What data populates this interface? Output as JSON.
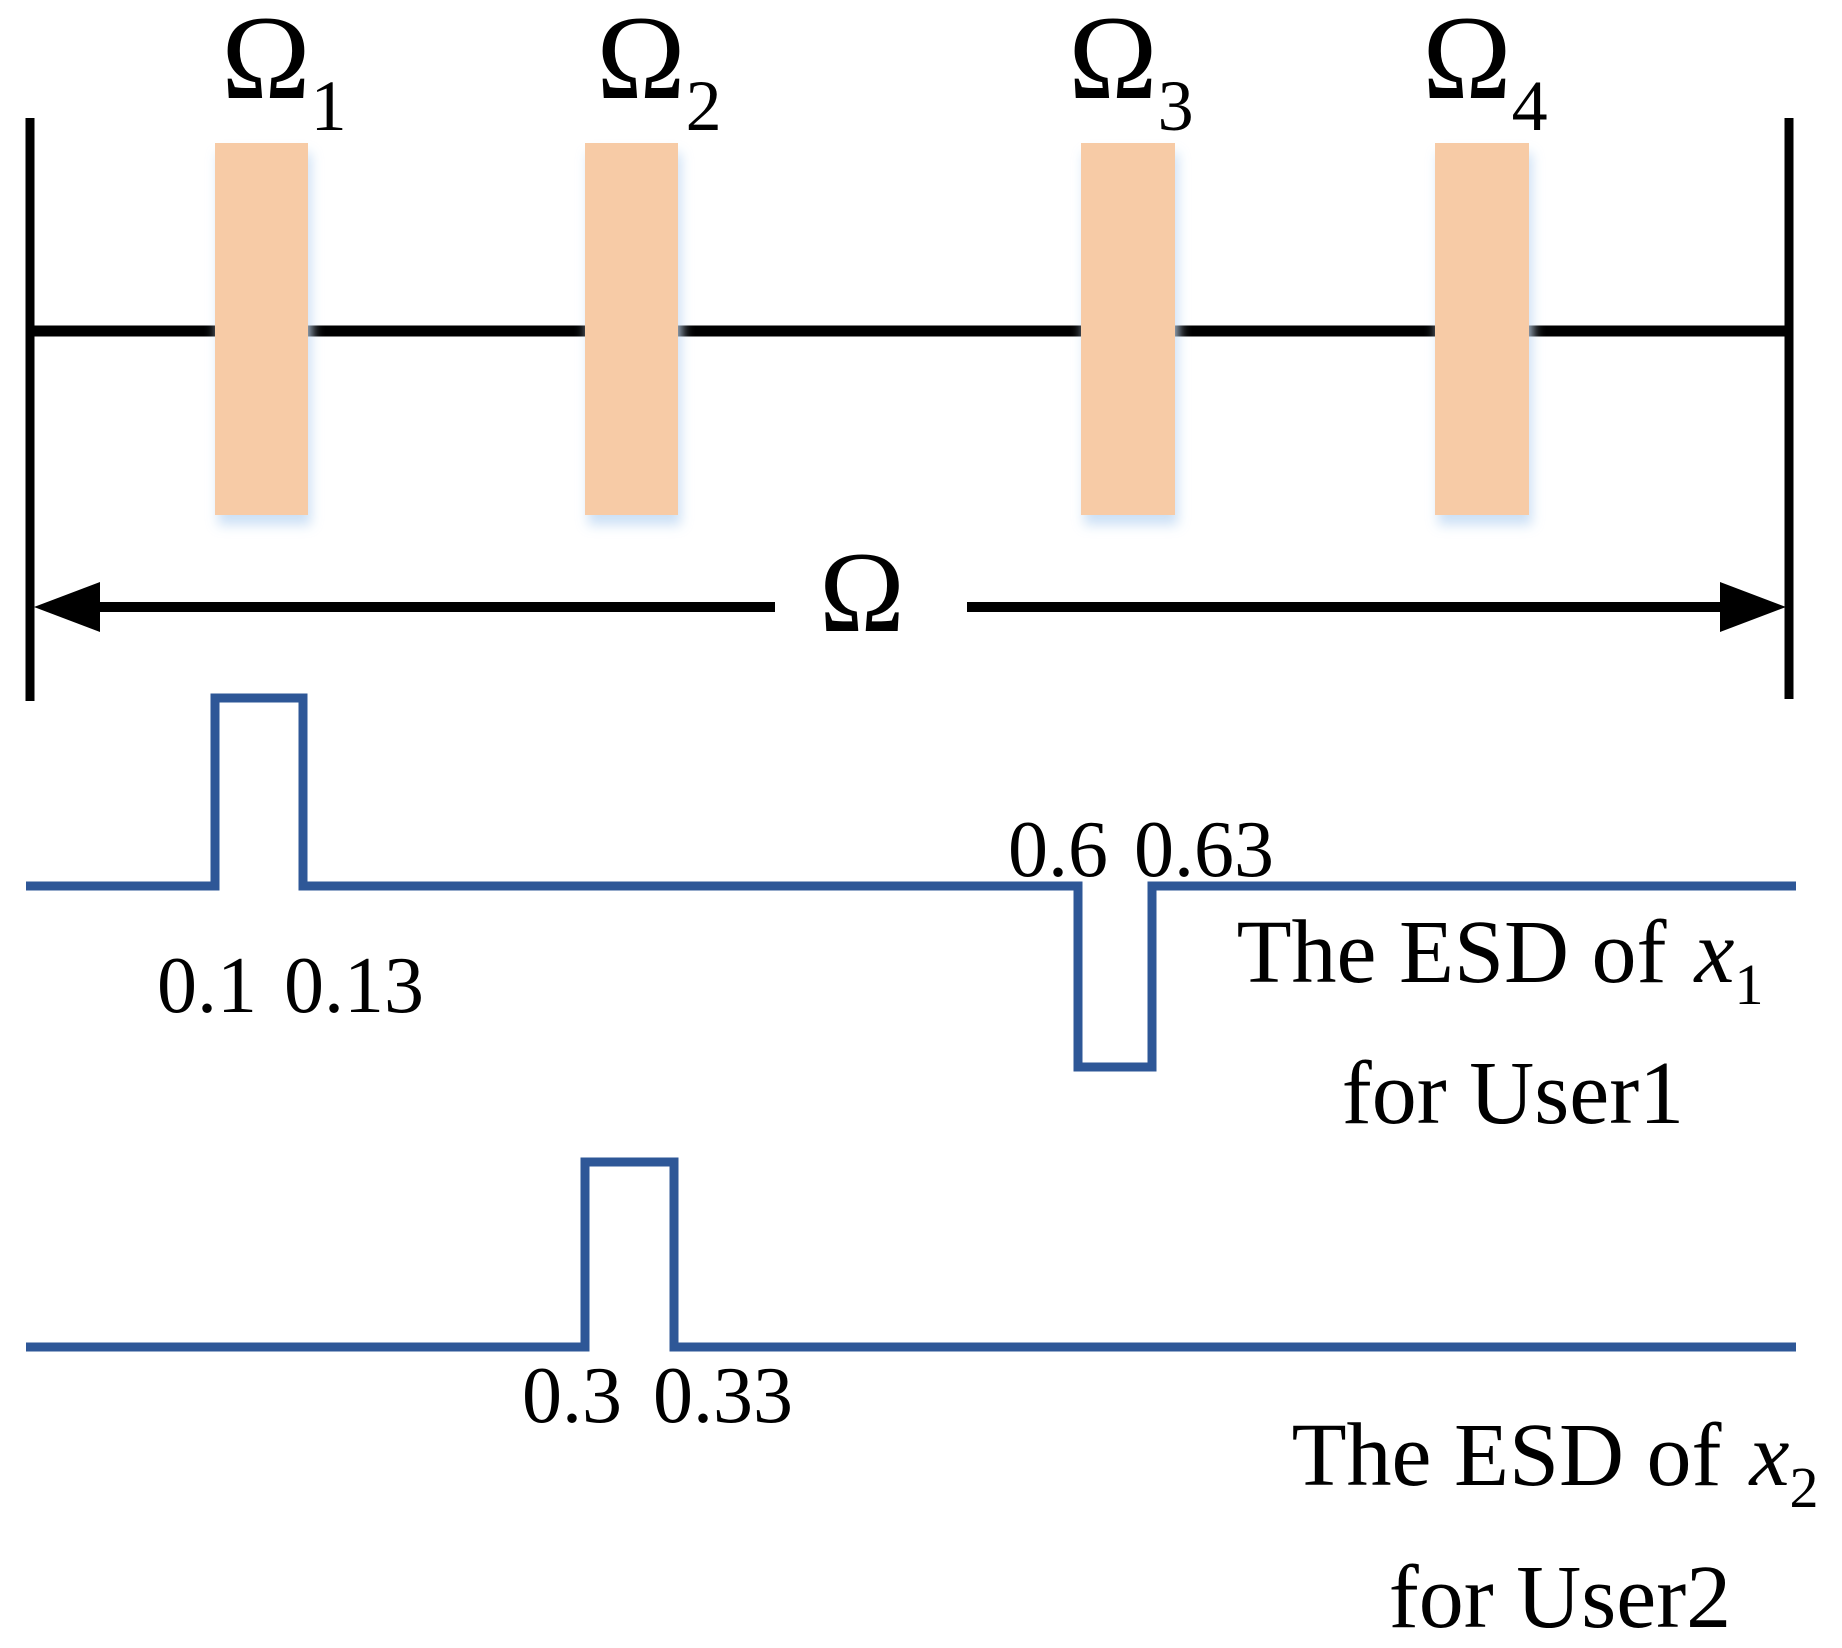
{
  "figure": {
    "spectrum": {
      "axis_symbol": "Ω",
      "bands": [
        {
          "symbol": "Ω",
          "sub": "1"
        },
        {
          "symbol": "Ω",
          "sub": "2"
        },
        {
          "symbol": "Ω",
          "sub": "3"
        },
        {
          "symbol": "Ω",
          "sub": "4"
        }
      ]
    },
    "esd_user1": {
      "pulse_up": {
        "start_label": "0.1",
        "end_label": "0.13"
      },
      "notch_down": {
        "start_label": "0.6",
        "end_label": "0.63"
      },
      "caption": {
        "prefix": "The ESD of",
        "variable": "x",
        "variable_sub": "1",
        "line2": "for User1"
      }
    },
    "esd_user2": {
      "pulse_up": {
        "start_label": "0.3",
        "end_label": "0.33"
      },
      "caption": {
        "prefix": "The ESD of",
        "variable": "x",
        "variable_sub": "2",
        "line2": "for User2"
      }
    }
  },
  "colors": {
    "band_fill": "#f7cba6",
    "band_shadow": "#c9def5",
    "esd_line": "#2e5797",
    "ink": "#000000"
  }
}
